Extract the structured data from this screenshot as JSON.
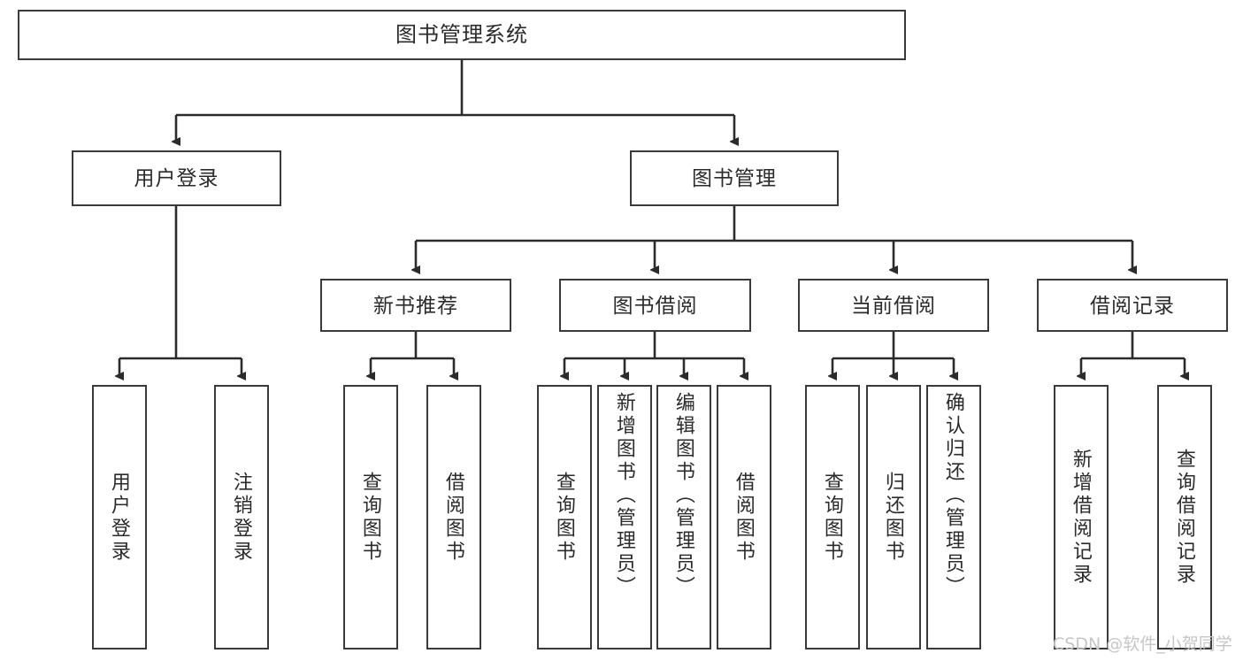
{
  "diagram": {
    "type": "hierarchy-tree",
    "title": "图书管理系统",
    "orientation": "top-down",
    "colors": {
      "box_border": "#3a3a3a",
      "box_fill": "#ffffff",
      "edge": "#2b2b2b",
      "text": "#2b2b2b",
      "watermark": "#c6c6c6"
    },
    "root": {
      "label": "图书管理系统"
    },
    "level1": [
      {
        "label": "用户登录"
      },
      {
        "label": "图书管理"
      }
    ],
    "level2": [
      {
        "label": "新书推荐"
      },
      {
        "label": "图书借阅"
      },
      {
        "label": "当前借阅"
      },
      {
        "label": "借阅记录"
      }
    ],
    "leaves": {
      "user_login": [
        {
          "label": "用户登录"
        },
        {
          "label": "注销登录"
        }
      ],
      "new_book_recommend": [
        {
          "label": "查询图书"
        },
        {
          "label": "借阅图书"
        }
      ],
      "book_borrow": [
        {
          "label": "查询图书"
        },
        {
          "label": "新增图书（管理员）"
        },
        {
          "label": "编辑图书（管理员）"
        },
        {
          "label": "借阅图书"
        }
      ],
      "current_borrow": [
        {
          "label": "查询图书"
        },
        {
          "label": "归还图书"
        },
        {
          "label": "确认归还（管理员）"
        }
      ],
      "borrow_record": [
        {
          "label": "新增借阅记录"
        },
        {
          "label": "查询借阅记录"
        }
      ]
    }
  },
  "watermark": {
    "text": "CSDN @软件_小贺同学"
  }
}
